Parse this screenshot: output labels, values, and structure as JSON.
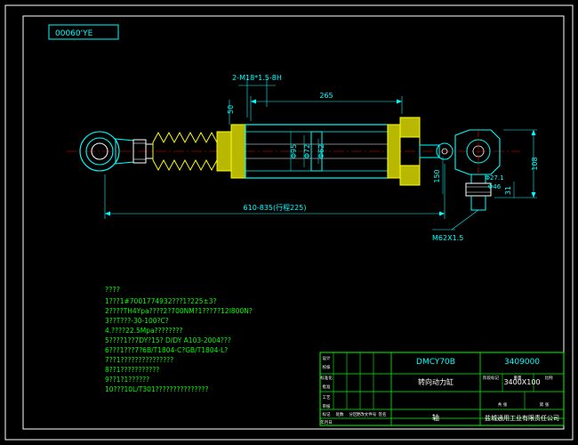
{
  "drawing": {
    "title_block_code": "DMCY70B",
    "drawing_number": "3409000",
    "part_name_cn": "转向动力缸",
    "model_code": "3400X100",
    "company_cn": "盐城通用工业有限责任公司",
    "material_cn": "轴",
    "corner_label": "00060'YE",
    "labels": {
      "thread_top": "2-M18*1.5-8H",
      "dim_265": "265",
      "dim_50": "50",
      "dim_stroke": "610-835(行程225)",
      "dim_d95": "Φ95",
      "dim_d72": "Φ72",
      "dim_d62": "Φ62",
      "dim_150": "150",
      "dim_108": "108",
      "dim_31": "31",
      "dim_27": "Φ27.1",
      "dim_46": "Φ46",
      "thread_bottom": "M62X1.5"
    },
    "notes_title": "????",
    "notes": [
      "1???1#7001774932???1?225±3?",
      "2????TH4Ypa????2?700NM?1???7?12I800N?",
      "3??T???-30-100?C?",
      "4.????22.5Mpa????????",
      "5????1??7DY?15? D/DY A103-2004???",
      "6???1???7?6B/T1804-C?GB/T1804-L?",
      "7??1???????????????",
      "8??1???????????",
      "9??1?1??????",
      "10???10L/T301???????????????"
    ],
    "titleblock_grid": {
      "row_labels": [
        "标记",
        "处数",
        "分区",
        "更改文件号",
        "签名",
        "年月日"
      ],
      "left_cells": [
        "设计",
        "校核",
        "标准化",
        "批准",
        "工艺",
        "审核"
      ],
      "right_header": [
        "阶段标记",
        "重量",
        "比例"
      ],
      "sheet_info": [
        "共 张",
        "第 张"
      ]
    }
  }
}
